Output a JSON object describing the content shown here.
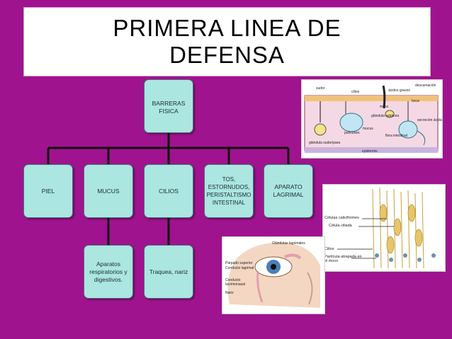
{
  "title": {
    "line1": "PRIMERA LINEA DE",
    "line2": "DEFENSA"
  },
  "diagram": {
    "root": "BARRERAS FISICA",
    "children": [
      "PIEL",
      "MUCUS",
      "CILIOS",
      "TOS, ESTORNUDOS, PERISTALTISMO INTESTINAL",
      "APARATO LAGRIMAL"
    ],
    "mucus_child": "Aparatos respiratorios y digestivos.",
    "cilios_child": "Traquea, nariz"
  },
  "skin_figure": {
    "labels": [
      "sudor",
      "cilios",
      "ácidos grasos",
      "descamación",
      "moco",
      "boca",
      "glándula sebácea",
      "pulmones",
      "secreción ácida",
      "mucus",
      "flora intestinal",
      "glándula sudorípara",
      "epidermis"
    ]
  },
  "cilia_figure": {
    "labels": [
      "Células caliciformes",
      "Célula ciliada",
      "Cilios",
      "Partícula atrapada en el moco"
    ]
  },
  "eye_figure": {
    "labels": [
      "Glándulas lagrimales",
      "Párpado superior",
      "Conducto lagrimal",
      "Conducto lacrimonasal",
      "Nariz"
    ]
  },
  "colors": {
    "background": "#a0138e",
    "node_fill": "#abe6e1",
    "connector": "#111111"
  }
}
